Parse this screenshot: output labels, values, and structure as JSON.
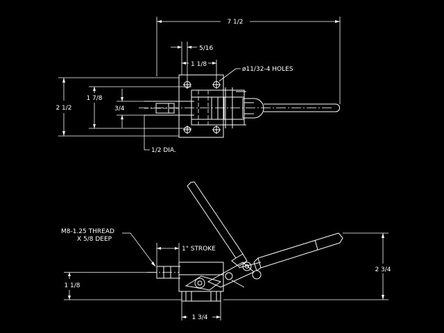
{
  "drawing": {
    "background_color": "#000000",
    "line_color": "#ffffff",
    "top_view": {
      "overall_length": "7 1/2",
      "slot_offset": "5/16",
      "hole_spacing": "1 1/8",
      "holes_note": "ø11/32-4 HOLES",
      "overall_height": "2 1/2",
      "spindle_span": "1 7/8",
      "plunger_height": "3/4",
      "plunger_dia": "1/2 DIA."
    },
    "side_view": {
      "thread_note_line1": "M8-1.25 THREAD",
      "thread_note_line2": "X 5/8 DEEP",
      "stroke": "1\" STROKE",
      "base_height": "1 1/8",
      "overall_height": "2 3/4",
      "base_width": "1 3/4"
    }
  }
}
